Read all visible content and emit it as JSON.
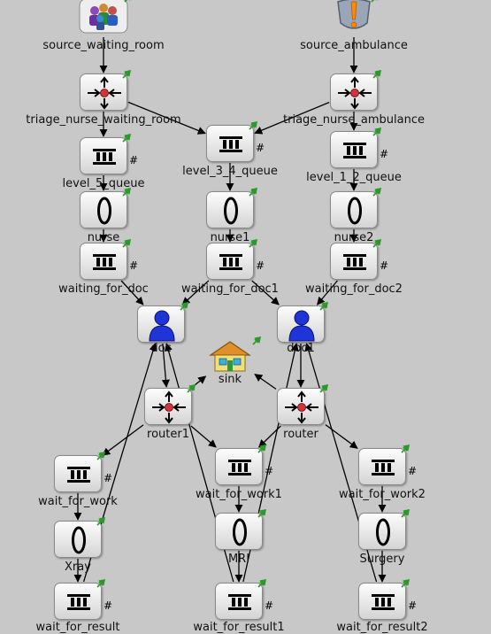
{
  "colors": {
    "background": "#c8c8c8",
    "link": "#000000",
    "pin": "#2a9a2a",
    "doc_figure": "#1f35d8",
    "router_center": "#d0343c"
  },
  "modules": {
    "source_waiting_room": {
      "label": "source_waiting_room",
      "icon": "people-group-icon"
    },
    "source_ambulance": {
      "label": "source_ambulance",
      "icon": "exclamation-shield-icon"
    },
    "triage_nurse_waiting_room": {
      "label": "triage_nurse_waiting_room",
      "icon": "router-icon"
    },
    "triage_nurse_ambulance": {
      "label": "triage_nurse_ambulance",
      "icon": "router-icon"
    },
    "level_5_queue": {
      "label": "level_5_queue",
      "icon": "queue-icon",
      "hash": "#"
    },
    "level_3_4_queue": {
      "label": "level_3_4_queue",
      "icon": "queue-icon",
      "hash": "#"
    },
    "level_1_2_queue": {
      "label": "level_1_2_queue",
      "icon": "queue-icon",
      "hash": "#"
    },
    "nurse": {
      "label": "nurse",
      "icon": "server-icon"
    },
    "nurse1": {
      "label": "nurse1",
      "icon": "server-icon"
    },
    "nurse2": {
      "label": "nurse2",
      "icon": "server-icon"
    },
    "waiting_for_doc": {
      "label": "waiting_for_doc",
      "icon": "queue-icon",
      "hash": "#"
    },
    "waiting_for_doc1": {
      "label": "waiting_for_doc1",
      "icon": "queue-icon",
      "hash": "#"
    },
    "waiting_for_doc2": {
      "label": "waiting_for_doc2",
      "icon": "queue-icon",
      "hash": "#"
    },
    "doc": {
      "label": "doc",
      "icon": "person-icon"
    },
    "doc1": {
      "label": "doc1",
      "icon": "person-icon"
    },
    "sink": {
      "label": "sink",
      "icon": "house-icon"
    },
    "router1": {
      "label": "router1",
      "icon": "router-icon"
    },
    "router": {
      "label": "router",
      "icon": "router-icon"
    },
    "wait_for_work": {
      "label": "wait_for_work",
      "icon": "queue-icon",
      "hash": "#"
    },
    "wait_for_work1": {
      "label": "wait_for_work1",
      "icon": "queue-icon",
      "hash": "#"
    },
    "wait_for_work2": {
      "label": "wait_for_work2",
      "icon": "queue-icon",
      "hash": "#"
    },
    "Xray": {
      "label": "Xray",
      "icon": "server-icon"
    },
    "MRI": {
      "label": "MRI",
      "icon": "server-icon"
    },
    "Surgery": {
      "label": "Surgery",
      "icon": "server-icon"
    },
    "wait_for_result": {
      "label": "wait_for_result",
      "icon": "queue-icon",
      "hash": "#"
    },
    "wait_for_result1": {
      "label": "wait_for_result1",
      "icon": "queue-icon",
      "hash": "#"
    },
    "wait_for_result2": {
      "label": "wait_for_result2",
      "icon": "queue-icon",
      "hash": "#"
    }
  },
  "connections": [
    [
      "source_waiting_room",
      "triage_nurse_waiting_room"
    ],
    [
      "source_ambulance",
      "triage_nurse_ambulance"
    ],
    [
      "triage_nurse_waiting_room",
      "level_5_queue"
    ],
    [
      "triage_nurse_waiting_room",
      "level_3_4_queue"
    ],
    [
      "triage_nurse_ambulance",
      "level_3_4_queue"
    ],
    [
      "triage_nurse_ambulance",
      "level_1_2_queue"
    ],
    [
      "level_5_queue",
      "nurse"
    ],
    [
      "level_3_4_queue",
      "nurse1"
    ],
    [
      "level_1_2_queue",
      "nurse2"
    ],
    [
      "nurse",
      "waiting_for_doc"
    ],
    [
      "nurse1",
      "waiting_for_doc1"
    ],
    [
      "nurse2",
      "waiting_for_doc2"
    ],
    [
      "waiting_for_doc",
      "doc"
    ],
    [
      "waiting_for_doc1",
      "doc"
    ],
    [
      "waiting_for_doc1",
      "doc1"
    ],
    [
      "waiting_for_doc2",
      "doc1"
    ],
    [
      "doc",
      "router1"
    ],
    [
      "doc1",
      "router"
    ],
    [
      "router1",
      "sink"
    ],
    [
      "router",
      "sink"
    ],
    [
      "router1",
      "wait_for_work"
    ],
    [
      "router1",
      "wait_for_work1"
    ],
    [
      "router",
      "wait_for_work1"
    ],
    [
      "router",
      "wait_for_work2"
    ],
    [
      "wait_for_work",
      "Xray"
    ],
    [
      "wait_for_work1",
      "MRI"
    ],
    [
      "wait_for_work2",
      "Surgery"
    ],
    [
      "Xray",
      "wait_for_result"
    ],
    [
      "MRI",
      "wait_for_result1"
    ],
    [
      "Surgery",
      "wait_for_result2"
    ],
    [
      "wait_for_result",
      "doc"
    ],
    [
      "wait_for_result1",
      "doc"
    ],
    [
      "wait_for_result1",
      "doc1"
    ],
    [
      "wait_for_result2",
      "doc1"
    ]
  ]
}
